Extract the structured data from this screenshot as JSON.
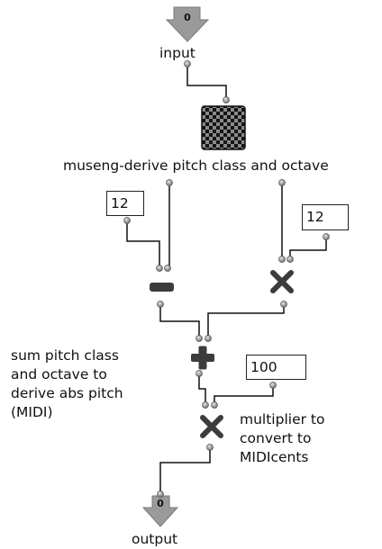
{
  "inputs": {
    "input_label": "input",
    "input_index": "0"
  },
  "outputs": {
    "output_label": "output",
    "output_index": "0"
  },
  "boxes": {
    "museng_label": "museng-derive pitch class and octave",
    "const_12_left": "12",
    "const_12_right": "12",
    "const_100": "100"
  },
  "comments": {
    "sum_comment": "sum pitch class\nand octave to\nderive abs pitch\n(MIDI)",
    "multiplier_comment": "multiplier to\nconvert to\nMIDIcents"
  },
  "colors": {
    "arrow": "#9a9a9a",
    "operator": "#3c3c3c",
    "connection": "#111111",
    "inlet": "#8c8c8c"
  },
  "icons": {
    "input_arrow": "down-arrow-icon",
    "output_arrow": "down-arrow-icon",
    "museng": "checkerboard-icon",
    "minus": "minus-icon",
    "times": "times-icon",
    "plus": "plus-icon"
  }
}
